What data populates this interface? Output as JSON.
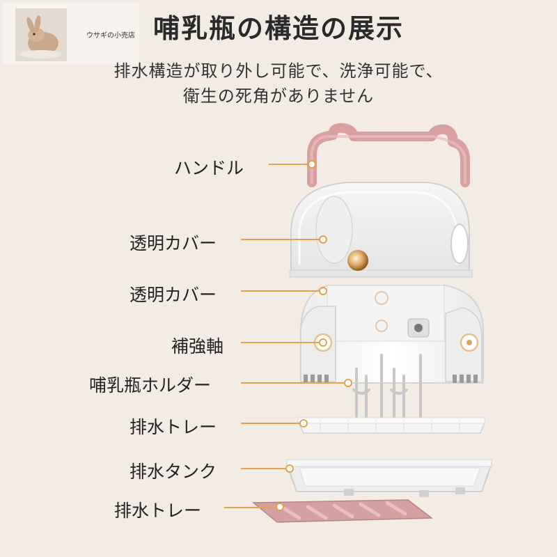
{
  "shop": {
    "name": "ウサギの小売店"
  },
  "title": "哺乳瓶の構造の展示",
  "subtitle": {
    "line1": "排水構造が取り外し可能で、洗浄可能で、",
    "line2": "衛生の死角がありません"
  },
  "parts": [
    {
      "label": "ハンドル"
    },
    {
      "label": "透明カバー"
    },
    {
      "label": "透明カバー"
    },
    {
      "label": "補強軸"
    },
    {
      "label": "哺乳瓶ホルダー"
    },
    {
      "label": "排水トレー"
    },
    {
      "label": "排水タンク"
    },
    {
      "label": "排水トレー"
    }
  ],
  "colors": {
    "accent": "#e6a24a",
    "handle_pink": "#d9a0a0",
    "tray_pink": "#d4a0a0",
    "background": "#f3ece4"
  }
}
